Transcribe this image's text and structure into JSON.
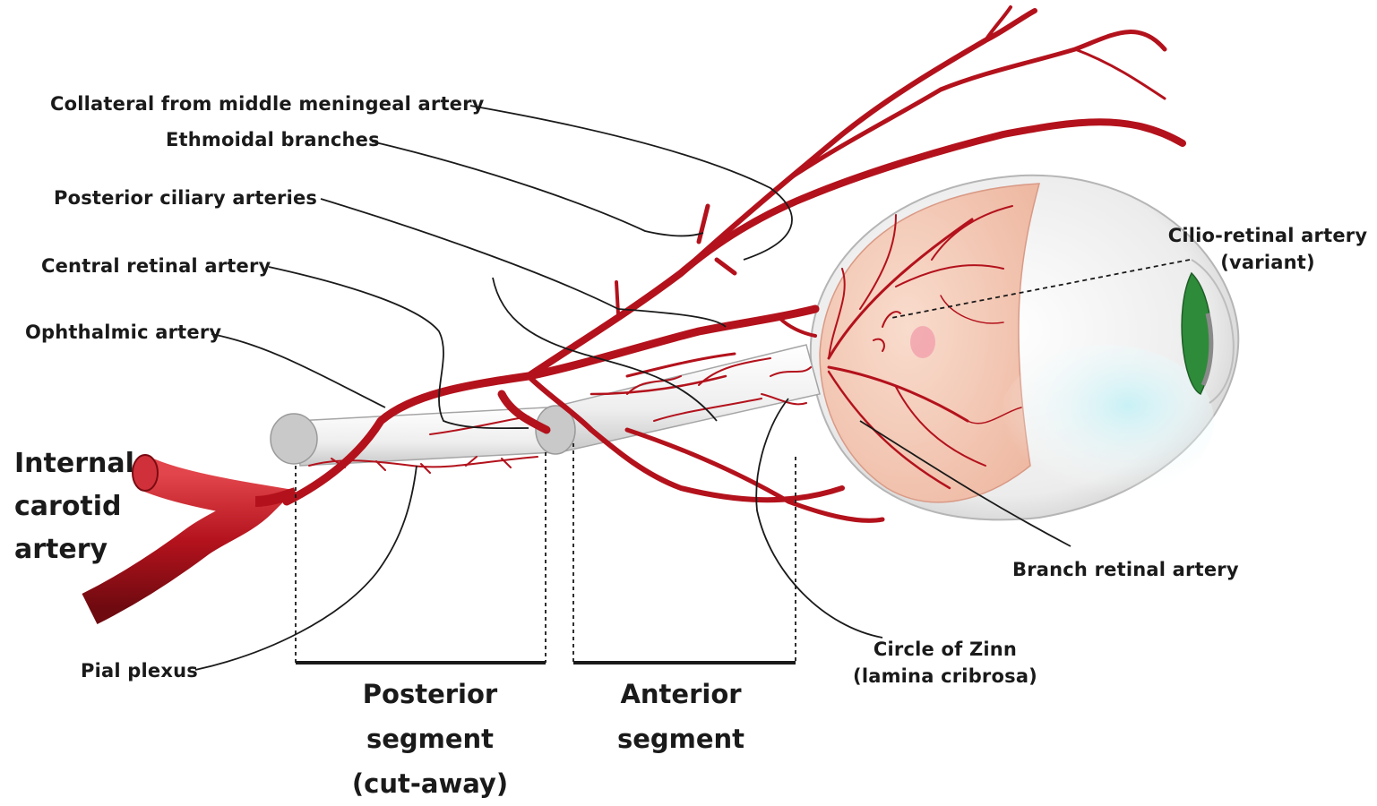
{
  "labels": {
    "collateral": "Collateral from middle meningeal artery",
    "ethmoidal": "Ethmoidal branches",
    "posterior_ciliary": "Posterior ciliary arteries",
    "central_retinal": "Central retinal artery",
    "ophthalmic": "Ophthalmic artery",
    "internal_carotid": [
      "Internal",
      "carotid",
      "artery"
    ],
    "pial_plexus": "Pial plexus",
    "cilio_retinal": [
      "Cilio-retinal artery",
      "(variant)"
    ],
    "branch_retinal": "Branch retinal artery",
    "circle_of_zinn": [
      "Circle of Zinn",
      "(lamina cribrosa)"
    ],
    "posterior_segment": [
      "Posterior",
      "segment",
      "(cut-away)"
    ],
    "anterior_segment": [
      "Anterior",
      "segment"
    ]
  },
  "colors": {
    "artery": "#b3121c",
    "artery_highlight": "#e0464c",
    "nerve": "#f2f2f2",
    "nerve_cut": "#c9c9c9",
    "retina": "#f4cbb8",
    "iris": "#2e8b3a",
    "leader_line": "#1a1a1a",
    "vitreous": "#cfeff4"
  }
}
